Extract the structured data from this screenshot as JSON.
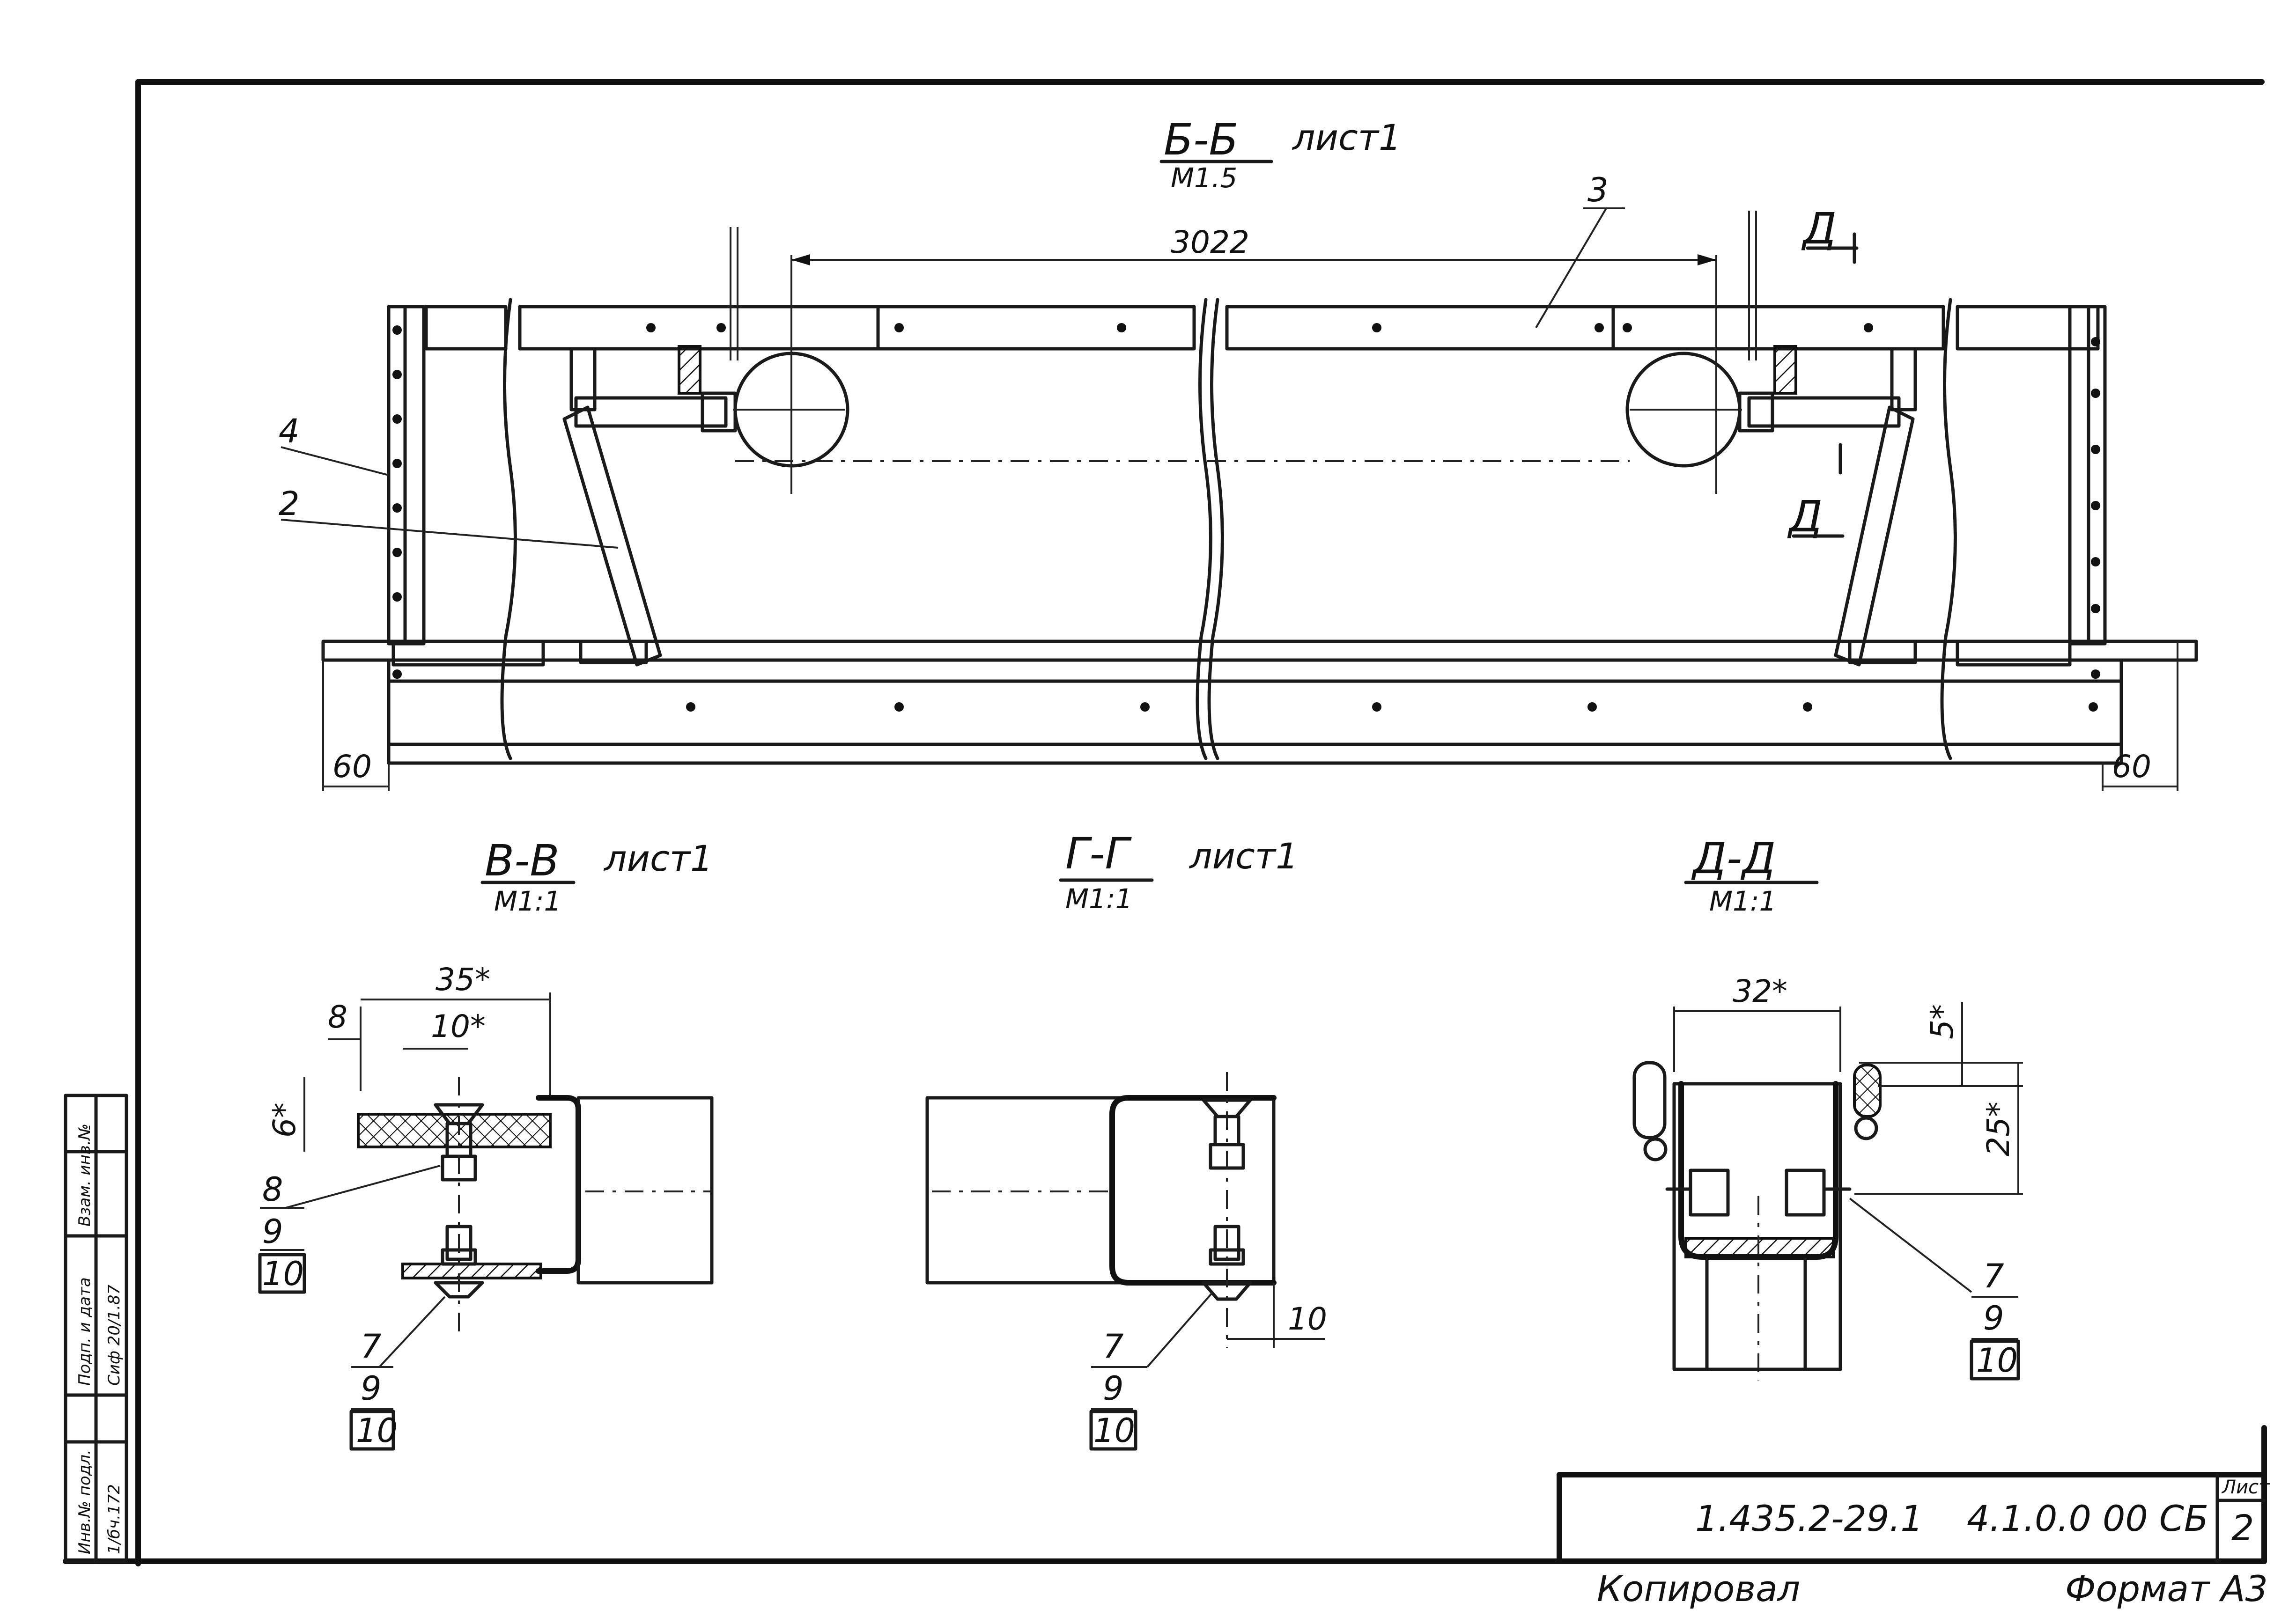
{
  "section_bb": {
    "title": "Б-Б",
    "scale": "М1.5",
    "sheet": "лист1"
  },
  "section_vv": {
    "title": "В-В",
    "scale": "М1:1",
    "sheet": "лист1"
  },
  "section_gg": {
    "title": "Г-Г",
    "scale": "М1:1",
    "sheet": "лист1"
  },
  "section_dd": {
    "title": "Д-Д",
    "scale": "М1:1"
  },
  "cut_mark": {
    "letter": "Д"
  },
  "dimensions": {
    "span": "3022",
    "edge_left": "60",
    "edge_right": "60",
    "vv_width": "35*",
    "vv_inner": "10*",
    "vv_offset": "8",
    "vv_height": "6*",
    "gg_gap": "10",
    "dd_width": "32*",
    "dd_top": "5*",
    "dd_height": "25*"
  },
  "callouts": {
    "c4": "4",
    "c2": "2",
    "c3": "3",
    "vv_top": "8",
    "vv_a": [
      "9",
      "10"
    ],
    "vv_b": [
      "7",
      "9",
      "10"
    ],
    "gg": [
      "7",
      "9",
      "10"
    ],
    "dd": [
      "7",
      "9",
      "10"
    ]
  },
  "title_block": {
    "doc_code": "1.435.2-29.1",
    "part_code": "4.1.0.0 00 СБ",
    "sheet_label": "Лист",
    "sheet_no": "2",
    "copied": "Копировал",
    "format": "Формат А3"
  },
  "side_stamp": {
    "col1": "Инв.№ подл.",
    "col2": "Подп. и дата",
    "col3": "Взам. инв.№",
    "val1": "1/бч.172",
    "val2": "Сиф 20/1.87"
  }
}
